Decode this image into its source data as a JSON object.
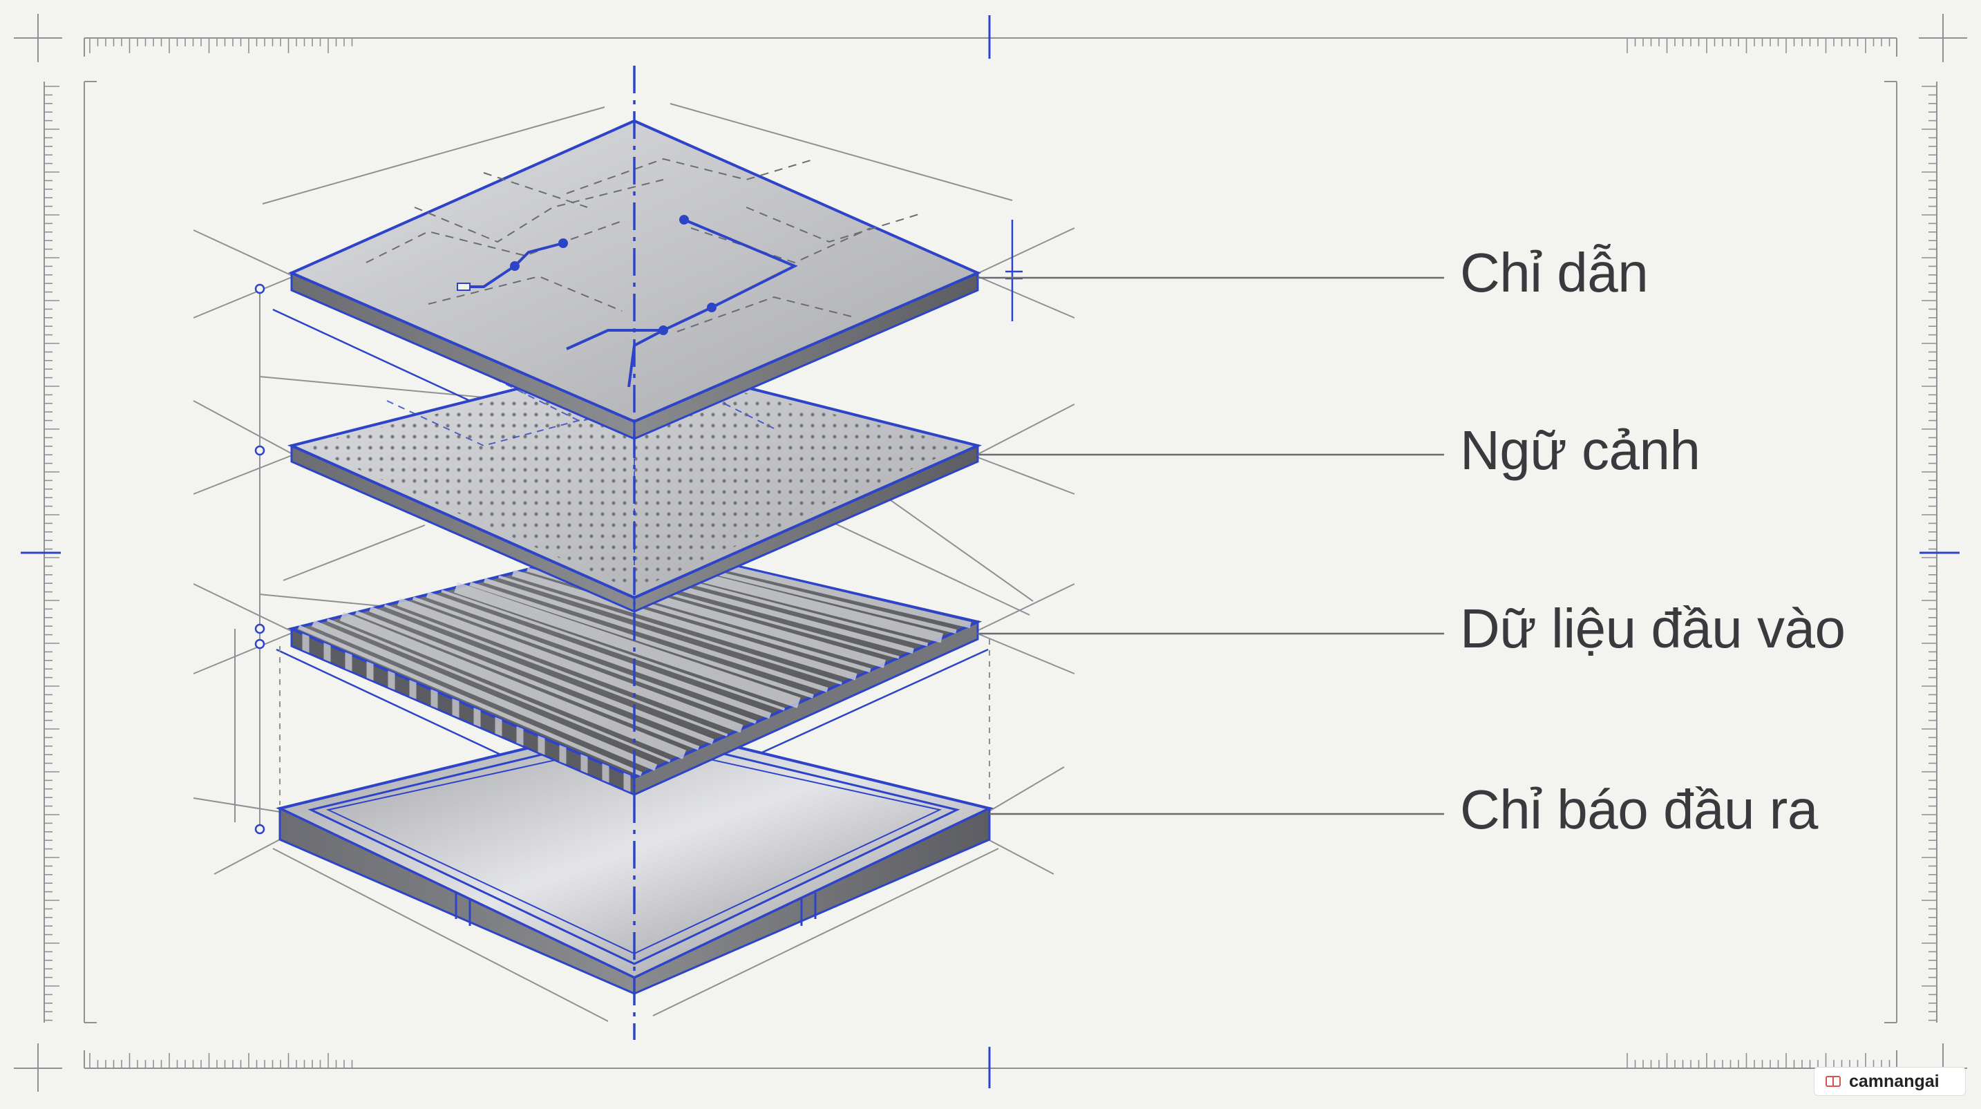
{
  "diagram": {
    "layers": [
      {
        "id": "instruction",
        "label": "Chỉ dẫn"
      },
      {
        "id": "context",
        "label": "Ngữ cảnh"
      },
      {
        "id": "input-data",
        "label": "Dữ liệu đầu vào"
      },
      {
        "id": "output-indicator",
        "label": "Chỉ báo đầu ra"
      }
    ]
  },
  "watermark": {
    "text": "camnangai"
  },
  "colors": {
    "background": "#f3f3ef",
    "accent_blue": "#2e44c8",
    "frame_line": "#8f9096",
    "plate_light": "#c9cace",
    "plate_dark": "#6f7074"
  }
}
